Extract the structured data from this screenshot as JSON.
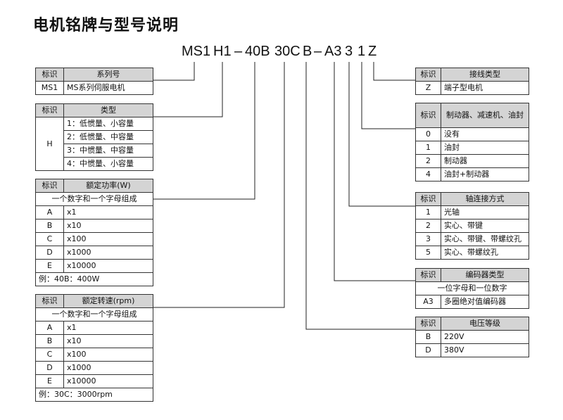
{
  "title": "电机铭牌与型号说明",
  "model_parts": [
    "MS1",
    "H1",
    "–",
    "40B",
    "30C",
    "B",
    "–",
    "A3",
    "3",
    "1",
    "Z"
  ],
  "tables": {
    "series": {
      "headers": [
        "标识",
        "系列号"
      ],
      "rows": [
        [
          "MS1",
          "MS系列伺服电机"
        ]
      ]
    },
    "type": {
      "headers": [
        "标识",
        "类型"
      ],
      "key": "H",
      "rows": [
        "1：低惯量、小容量",
        "2：低惯量、中容量",
        "3：中惯量、中容量",
        "4：中惯量、小容量"
      ]
    },
    "power": {
      "headers": [
        "标识",
        "额定功率(W)"
      ],
      "note": "一个数字和一个字母组成",
      "rows": [
        [
          "A",
          "x1"
        ],
        [
          "B",
          "x10"
        ],
        [
          "C",
          "x100"
        ],
        [
          "D",
          "x1000"
        ],
        [
          "E",
          "x10000"
        ]
      ],
      "example": "例：40B：400W"
    },
    "speed": {
      "headers": [
        "标识",
        "额定转速(rpm)"
      ],
      "note": "一个数字和一个字母组成",
      "rows": [
        [
          "A",
          "x1"
        ],
        [
          "B",
          "x10"
        ],
        [
          "C",
          "x100"
        ],
        [
          "D",
          "x1000"
        ],
        [
          "E",
          "x10000"
        ]
      ],
      "example": "例：30C：3000rpm"
    },
    "wiring": {
      "headers": [
        "标识",
        "接线类型"
      ],
      "rows": [
        [
          "Z",
          "端子型电机"
        ]
      ]
    },
    "brake": {
      "headers": [
        "标识",
        "制动器、减速机、油封"
      ],
      "rows": [
        [
          "0",
          "没有"
        ],
        [
          "1",
          "油封"
        ],
        [
          "2",
          "制动器"
        ],
        [
          "4",
          "油封+制动器"
        ]
      ]
    },
    "shaft": {
      "headers": [
        "标识",
        "轴连接方式"
      ],
      "rows": [
        [
          "1",
          "光轴"
        ],
        [
          "2",
          "实心、带键"
        ],
        [
          "3",
          "实心、带键、带螺纹孔"
        ],
        [
          "5",
          "实心、带螺纹孔"
        ]
      ]
    },
    "encoder": {
      "headers": [
        "标识",
        "编码器类型"
      ],
      "note": "一位字母和一位数字",
      "rows": [
        [
          "A3",
          "多圈绝对值编码器"
        ]
      ]
    },
    "voltage": {
      "headers": [
        "标识",
        "电压等级"
      ],
      "rows": [
        [
          "B",
          "220V"
        ],
        [
          "D",
          "380V"
        ]
      ]
    }
  }
}
